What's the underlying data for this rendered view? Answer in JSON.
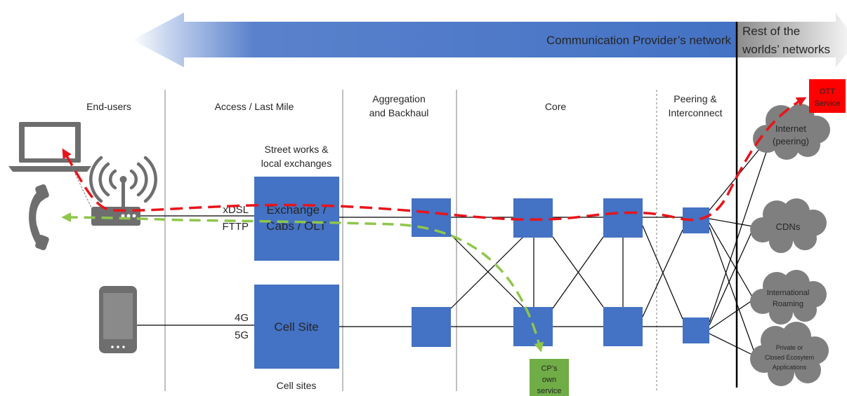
{
  "banner": {
    "provider_network": "Communication Provider’s network",
    "rest_line1": "Rest of the",
    "rest_line2": "worlds’ networks"
  },
  "columns": {
    "end_users": "End-users",
    "access": "Access / Last Mile",
    "aggregation_line1": "Aggregation",
    "aggregation_line2": "and Backhaul",
    "core": "Core",
    "peering_line1": "Peering &",
    "peering_line2": "Interconnect"
  },
  "access": {
    "street_line1": "Street works &",
    "street_line2": "local exchanges",
    "exchange_line1": "Exchange /",
    "exchange_line2": "Cabs / OLT",
    "xdsl": "xDSL",
    "fttp": "FTTP",
    "g4": "4G",
    "g5": "5G",
    "cell_site": "Cell Site",
    "cell_sites": "Cell sites"
  },
  "clouds": {
    "internet_line1": "Internet",
    "internet_line2": "(peering)",
    "cdns": "CDNs",
    "intl_line1": "International",
    "intl_line2": "Roaming",
    "private_line1": "Private or",
    "private_line2": "Closed Ecosytem",
    "private_line3": "Applications"
  },
  "services": {
    "ott_line1": "OTT",
    "ott_line2": "Service",
    "cp_line1": "CP’s",
    "cp_line2": "own",
    "cp_line3": "service"
  },
  "colors": {
    "node_blue": "#4472c4",
    "banner_blue": "#4472c4",
    "cloud_grey": "#7f7f7f",
    "device_grey": "#6e6e6e",
    "ott_red": "#ff0000",
    "internet_path_red": "#e8141b",
    "own_path_green": "#8fc64b",
    "cp_service_green": "#70ad47"
  }
}
